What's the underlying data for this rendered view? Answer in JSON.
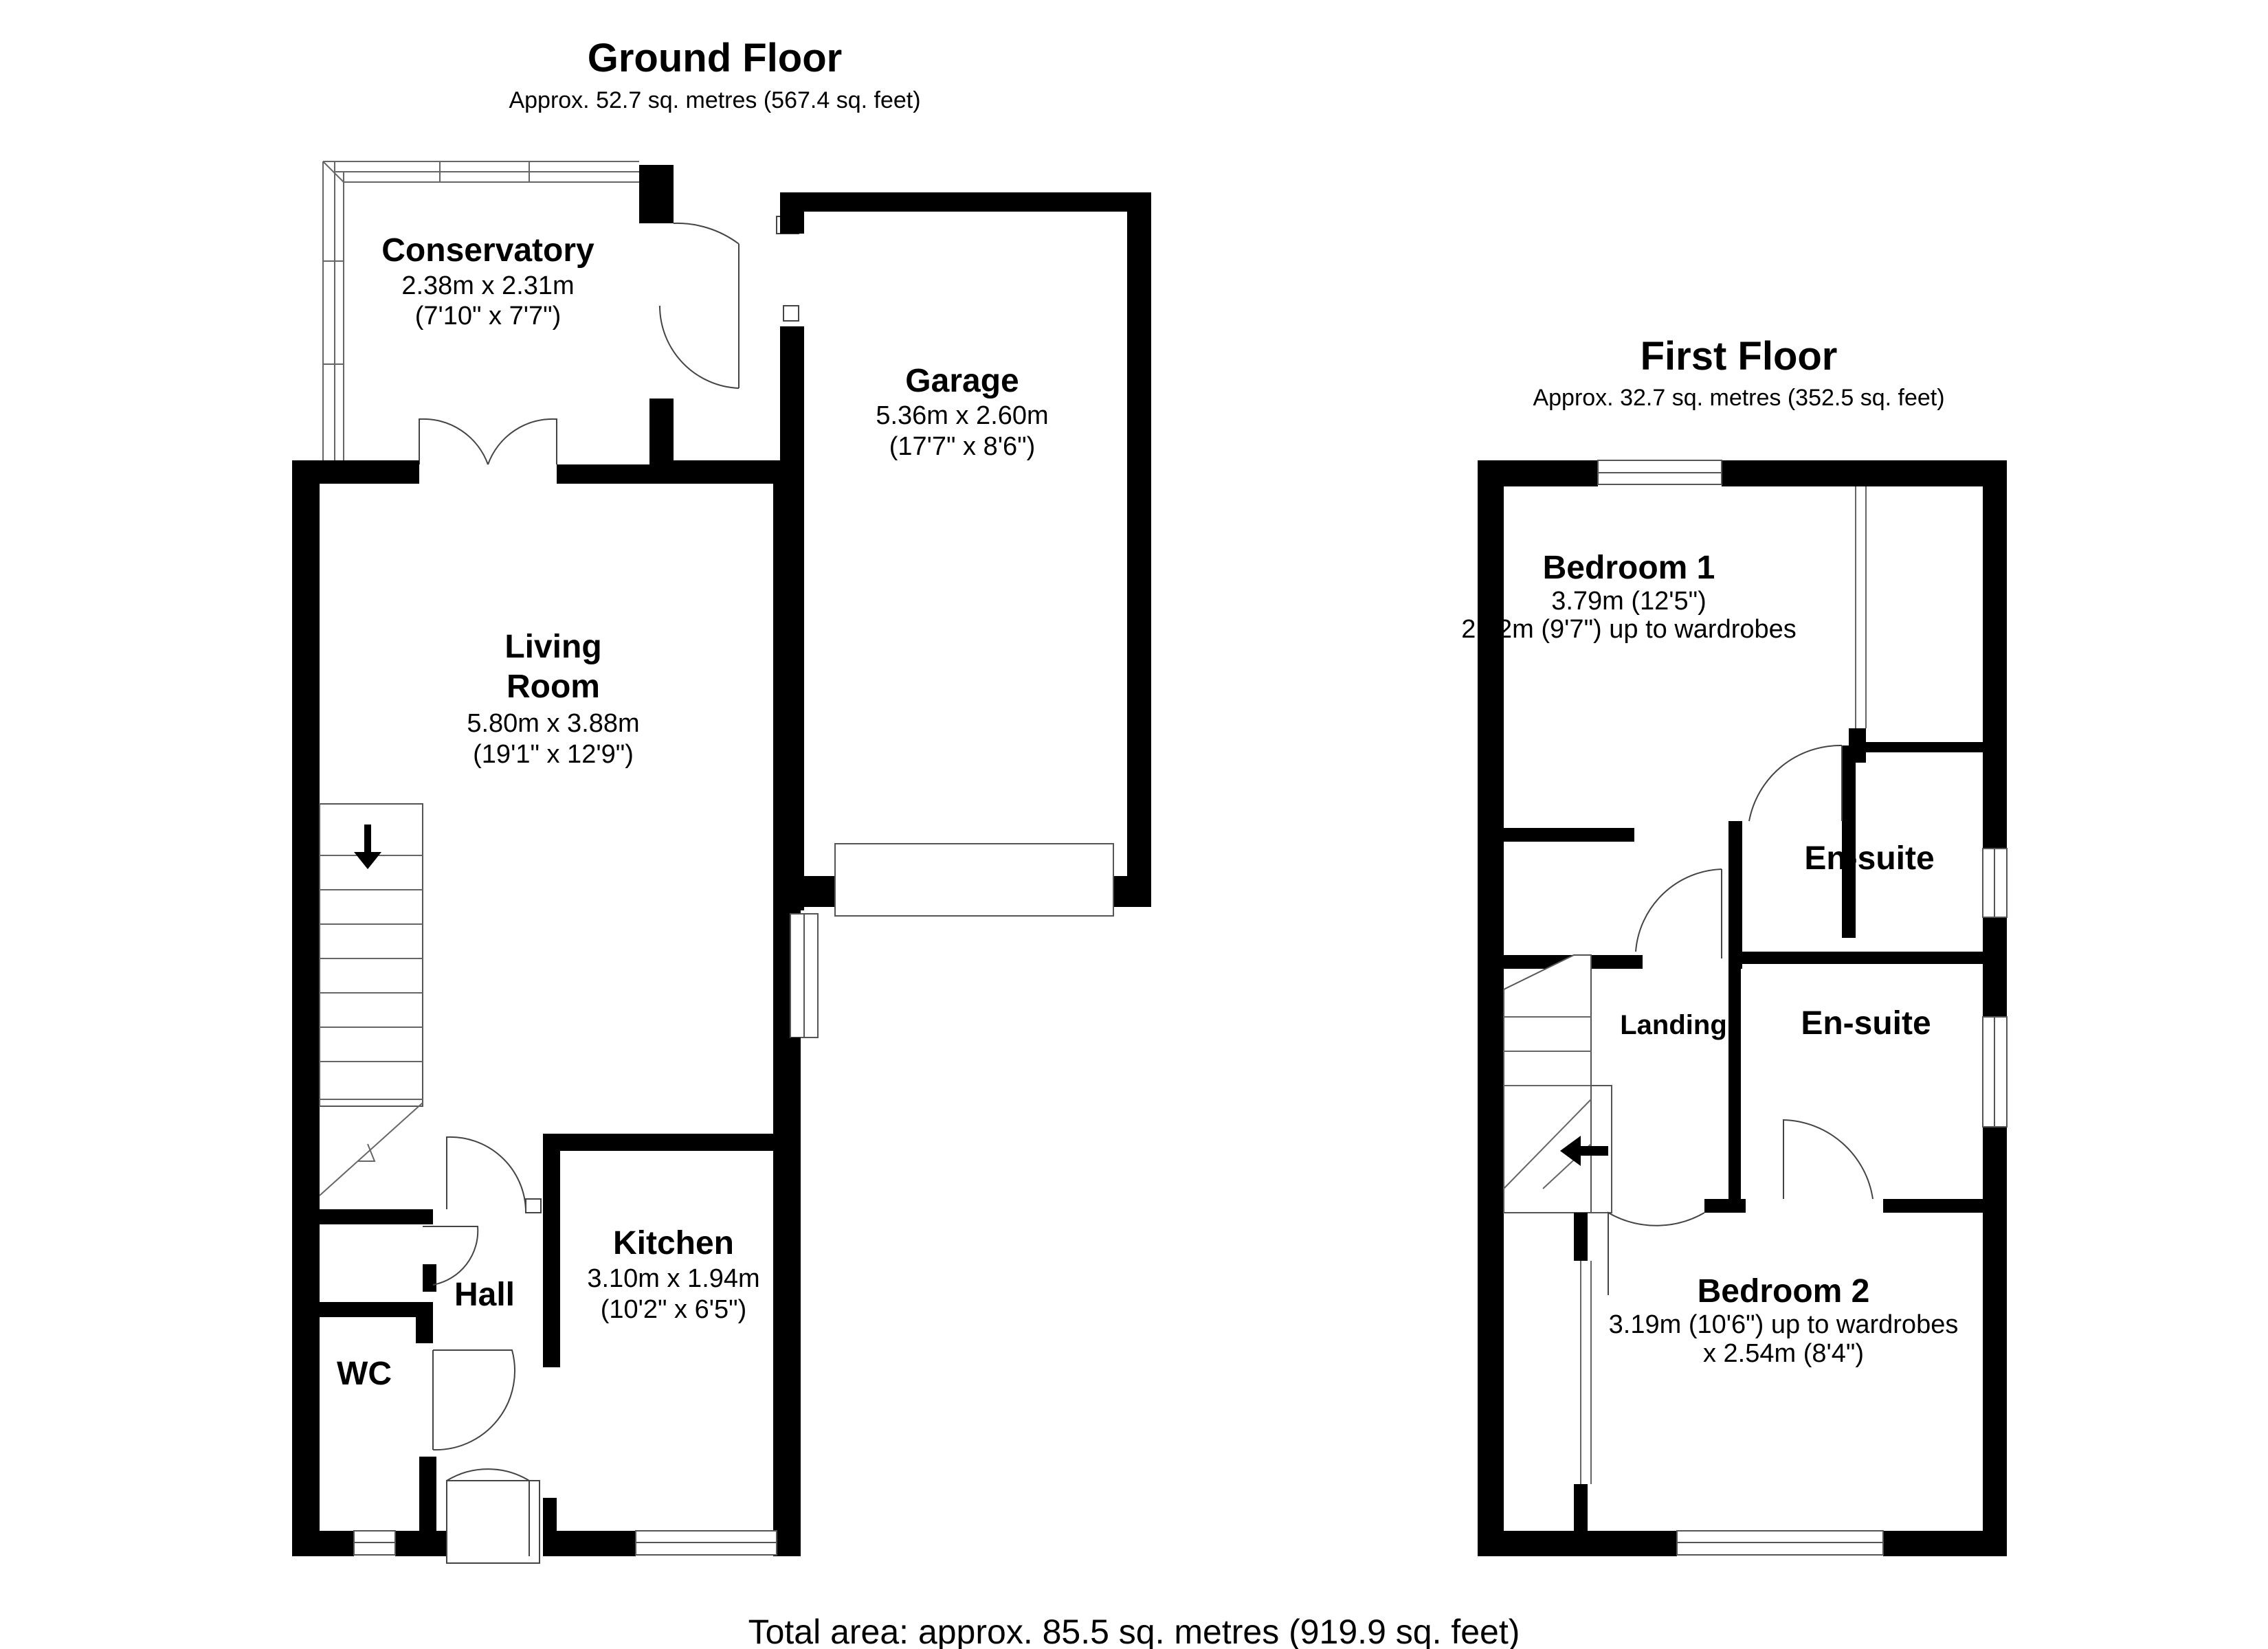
{
  "ground_floor": {
    "title": "Ground Floor",
    "area": "Approx. 52.7 sq. metres (567.4 sq. feet)",
    "rooms": {
      "conservatory": {
        "name": "Conservatory",
        "dim_metric": "2.38m x 2.31m",
        "dim_imperial": "(7'10\" x 7'7\")"
      },
      "garage": {
        "name": "Garage",
        "dim_metric": "5.36m x 2.60m",
        "dim_imperial": "(17'7\" x 8'6\")"
      },
      "living_room": {
        "name_line1": "Living",
        "name_line2": "Room",
        "dim_metric": "5.80m x 3.88m",
        "dim_imperial": "(19'1\" x 12'9\")"
      },
      "kitchen": {
        "name": "Kitchen",
        "dim_metric": "3.10m x 1.94m",
        "dim_imperial": "(10'2\" x 6'5\")"
      },
      "hall": {
        "name": "Hall"
      },
      "wc": {
        "name": "WC"
      }
    }
  },
  "first_floor": {
    "title": "First Floor",
    "area": "Approx. 32.7 sq. metres (352.5 sq. feet)",
    "rooms": {
      "bedroom1": {
        "name": "Bedroom 1",
        "dim_line1": "3.79m (12'5\")",
        "dim_line2": "2.92m (9'7\") up to wardrobes"
      },
      "ensuite_upper": {
        "name": "En-suite"
      },
      "ensuite_lower": {
        "name": "En-suite"
      },
      "landing": {
        "name": "Landing"
      },
      "bedroom2": {
        "name": "Bedroom 2",
        "dim_line1": "3.19m (10'6\") up to wardrobes",
        "dim_line2": "x 2.54m (8'4\")"
      }
    }
  },
  "total_area": "Total area: approx. 85.5 sq. metres (919.9 sq. feet)"
}
